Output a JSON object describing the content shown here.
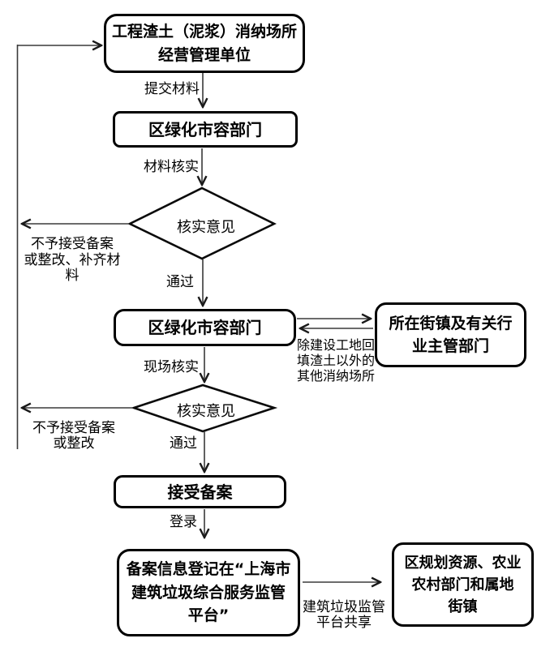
{
  "diagram": {
    "nodes": {
      "operator": "工程渣土（泥浆）消纳场所\n经营管理单位",
      "district_greening_1": "区绿化市容部门",
      "decision_material": "核实意见",
      "district_greening_2": "区绿化市容部门",
      "street_town_dept": "所在街镇及有关行\n业主管部门",
      "decision_site": "核实意见",
      "accept_record": "接受备案",
      "platform_register": "备案信息登记在“上海市\n建筑垃圾综合服务监管\n平台”",
      "planning_dept": "区规划资源、农业\n农村部门和属地\n街镇"
    },
    "edges": {
      "submit_materials": "提交材料",
      "material_check": "材料核实",
      "reject_return_full": "不予接受备案\n或整改、补齐材\n料",
      "pass_1": "通过",
      "except_backfill_note": "除建设工地回\n填渣土以外的\n其他消纳场所",
      "site_check": "现场核实",
      "reject_return_short": "不予接受备案\n或整改",
      "pass_2": "通过",
      "login": "登录",
      "platform_share": "建筑垃圾监管\n平台共享"
    },
    "colors": {
      "background": "#ffffff",
      "shape_border": "#000000",
      "arrow_line": "#3a3a3a",
      "text": "#000000"
    }
  }
}
